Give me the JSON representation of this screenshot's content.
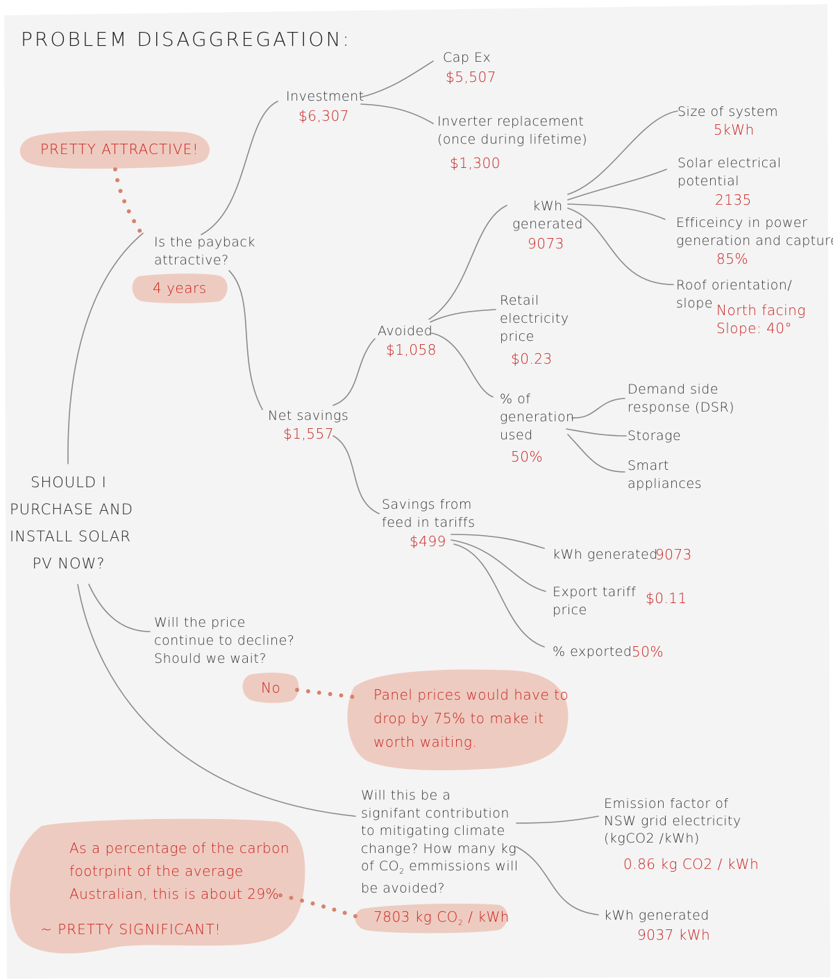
{
  "colors": {
    "paper": "#f4f4f4",
    "ink": "#333333",
    "accent_text": "#c8211f",
    "bubble": "#eecbc0",
    "dots": "#d9816b"
  },
  "title": "PROBLEM DISAGGREGATION:",
  "root": {
    "lines": [
      "SHOULD I",
      "PURCHASE AND",
      "INSTALL SOLAR",
      "PV NOW?"
    ]
  },
  "payback": {
    "question": [
      "Is the payback",
      "attractive?"
    ],
    "answer": "4 years",
    "verdict": "PRETTY ATTRACTIVE!"
  },
  "investment": {
    "label": "Investment",
    "value": "$6,307"
  },
  "capex": {
    "label": "Cap Ex",
    "value": "$5,507"
  },
  "inverter": {
    "label": [
      "Inverter replacement",
      "(once during lifetime)"
    ],
    "value": "$1,300"
  },
  "net_savings": {
    "label": "Net savings",
    "value": "$1,557"
  },
  "avoided": {
    "label": "Avoided",
    "value": "$1,058"
  },
  "kwh": {
    "label": [
      "kWh",
      "generated"
    ],
    "value": "9073"
  },
  "size": {
    "label": "Size of system",
    "value": "5kWh"
  },
  "solar_potential": {
    "label": [
      "Solar electrical",
      "potential"
    ],
    "value": "2135"
  },
  "efficiency": {
    "label": [
      "Efficeincy in power",
      "generation and capture"
    ],
    "value": "85%"
  },
  "roof": {
    "label": [
      "Roof orientation/",
      "slope"
    ],
    "value": [
      "North facing",
      "Slope: 40°"
    ]
  },
  "retail": {
    "label": [
      "Retail",
      "electricity",
      "price"
    ],
    "value": "$0.23"
  },
  "pct_used": {
    "label": [
      "% of",
      "generation",
      "used"
    ],
    "value": "50%"
  },
  "dsr": {
    "label": [
      "Demand side",
      "response (DSR)"
    ]
  },
  "storage": {
    "label": "Storage"
  },
  "smart": {
    "label": [
      "Smart",
      "appliances"
    ]
  },
  "feed_in": {
    "label": [
      "Savings from",
      "feed in tariffs"
    ],
    "value": "$499"
  },
  "fit_kwh": {
    "label": "kWh generated",
    "value": "9073"
  },
  "fit_tariff": {
    "label": [
      "Export tariff",
      "price"
    ],
    "value": "$0.11"
  },
  "fit_pct": {
    "label": "% exported",
    "value": "50%"
  },
  "wait": {
    "question": [
      "Will the price",
      "continue to decline?",
      "Should we wait?"
    ],
    "answer": "No",
    "note": [
      "Panel prices would have to",
      "drop by 75% to make it",
      "worth waiting."
    ]
  },
  "climate": {
    "question": [
      "Will this be a",
      "signifant contribution",
      "to mitigating climate",
      "change? How many kg",
      "of CO",
      "2",
      " emmissions will",
      "be avoided?"
    ],
    "answer": [
      "7803 kg CO",
      "2",
      " / kWh"
    ],
    "note": [
      "As a percentage of the carbon",
      "footrpint of the average",
      "Australian, this is about 29%",
      "~ PRETTY SIGNIFICANT!"
    ]
  },
  "emission_factor": {
    "label": [
      "Emission factor of",
      "NSW grid electricity",
      "(kgCO2 /kWh)"
    ],
    "value": "0.86 kg CO2 / kWh"
  },
  "climate_kwh": {
    "label": "kWh generated",
    "value": "9037 kWh"
  }
}
